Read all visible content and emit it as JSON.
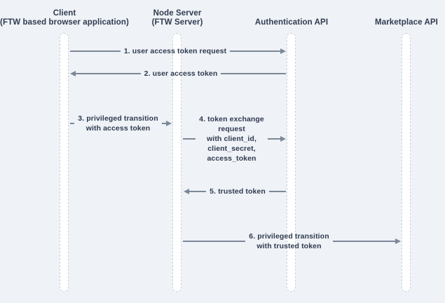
{
  "diagram": {
    "type": "sequence-diagram",
    "colors": {
      "background": "#eff2f6",
      "arrow_line": "#7c8899",
      "text": "#2f3b51",
      "lifeline_fill": "#ffffff",
      "lifeline_border": "#c9d1db"
    }
  },
  "participants": [
    {
      "name": "Client",
      "subtitle": "(FTW based browser application)"
    },
    {
      "name": "Node Server",
      "subtitle": "(FTW Server)"
    },
    {
      "name": "Authentication API",
      "subtitle": ""
    },
    {
      "name": "Marketplace API",
      "subtitle": ""
    }
  ],
  "messages": [
    {
      "from": "Client",
      "to": "Authentication API",
      "direction": "right",
      "lines": [
        "1. user access token request"
      ]
    },
    {
      "from": "Authentication API",
      "to": "Client",
      "direction": "left",
      "lines": [
        "2. user access token"
      ]
    },
    {
      "from": "Client",
      "to": "Node Server",
      "direction": "right",
      "lines": [
        "3. privileged transition",
        "with access token"
      ]
    },
    {
      "from": "Node Server",
      "to": "Authentication API",
      "direction": "right",
      "lines": [
        "4. token exchange",
        "request",
        "with client_id,",
        "client_secret,",
        "access_token"
      ]
    },
    {
      "from": "Authentication API",
      "to": "Node Server",
      "direction": "left",
      "lines": [
        "5. trusted token"
      ]
    },
    {
      "from": "Node Server",
      "to": "Marketplace API",
      "direction": "right",
      "lines": [
        "6. privileged transition",
        "with trusted token"
      ]
    }
  ]
}
